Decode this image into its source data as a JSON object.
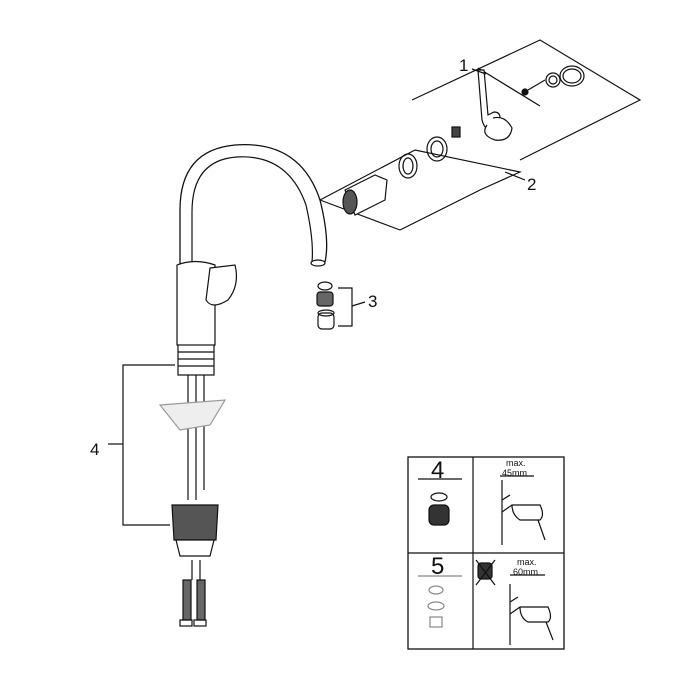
{
  "callouts": {
    "c1": "1",
    "c2": "2",
    "c3": "3",
    "c4": "4"
  },
  "inset": {
    "panel4_number": "4",
    "panel4_max": "max.",
    "panel4_dim": "45mm",
    "panel5_number": "5",
    "panel5_max": "max.",
    "panel5_dim": "60mm"
  }
}
